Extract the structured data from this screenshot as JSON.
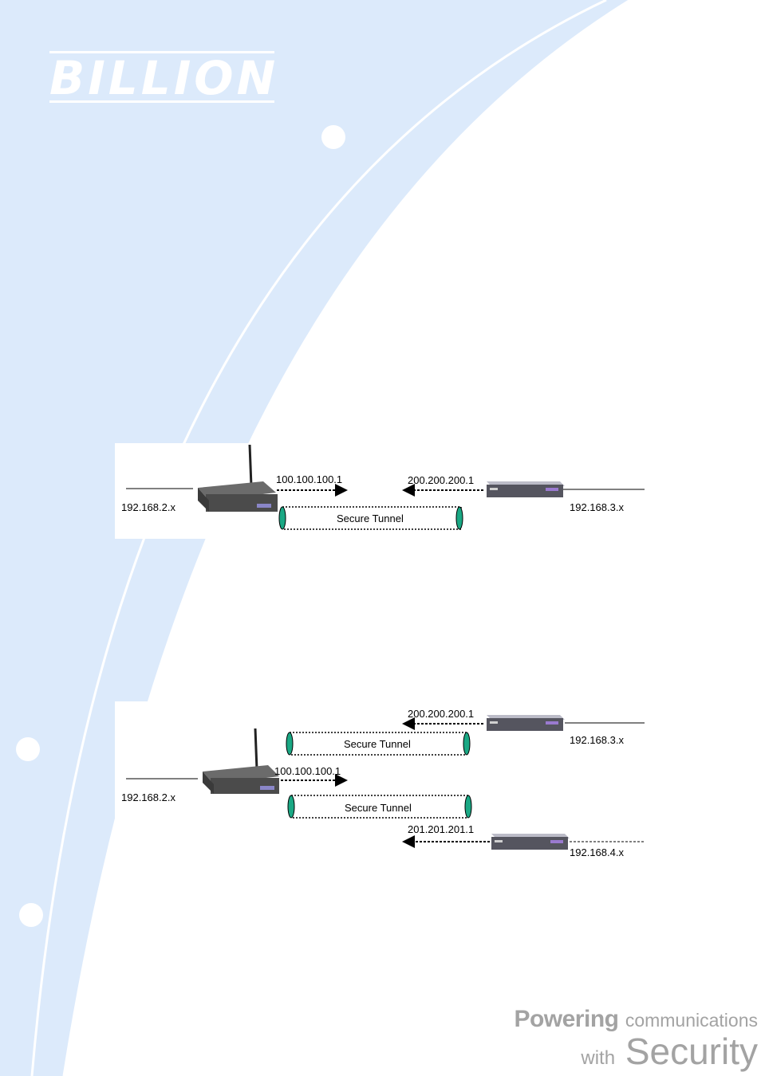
{
  "brand": {
    "logo_text": "BILLION"
  },
  "tagline": {
    "powering": "Powering",
    "communications": "communications",
    "with": "with",
    "security": "Security"
  },
  "colors": {
    "background_curve": "#dceafb",
    "arc_line": "#ffffff",
    "tunnel_cap": "#1aa884",
    "logo": "#ffffff",
    "tagline": "#a3a3a3"
  },
  "diagram1": {
    "left_lan": "192.168.2.x",
    "local_wan": "100.100.100.1",
    "remote_wan": "200.200.200.1",
    "right_lan": "192.168.3.x",
    "tunnel_label": "Secure Tunnel"
  },
  "diagram2": {
    "left_lan": "192.168.2.x",
    "local_wan": "100.100.100.1",
    "remote1_wan": "200.200.200.1",
    "remote1_lan": "192.168.3.x",
    "tunnel1_label": "Secure Tunnel",
    "remote2_wan": "201.201.201.1",
    "remote2_lan": "192.168.4.x",
    "tunnel2_label": "Secure Tunnel"
  }
}
